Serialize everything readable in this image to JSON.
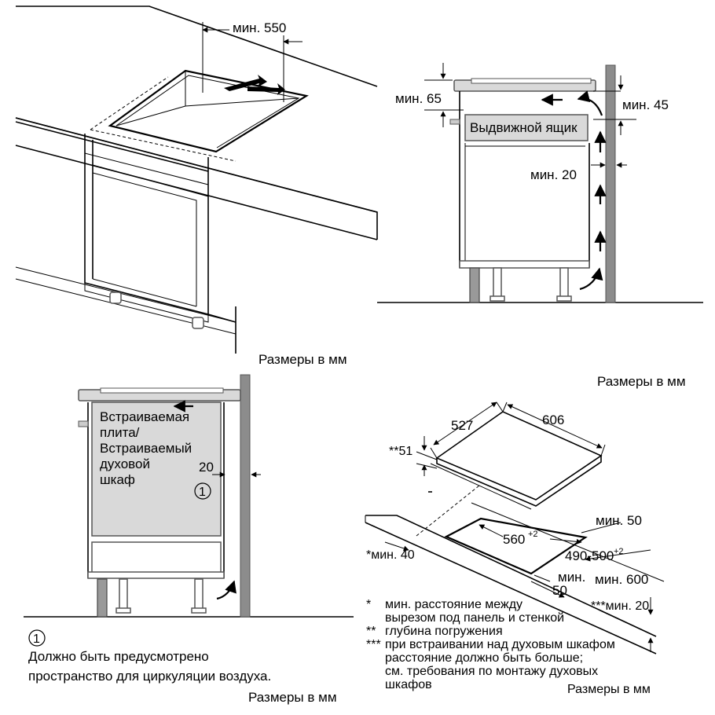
{
  "top_left": {
    "dim_min550": "мин. 550",
    "units": "Размеры в мм"
  },
  "top_right": {
    "dim_min65": "мин. 65",
    "dim_min45": "мин. 45",
    "drawer_label": "Выдвижной ящик",
    "dim_min20": "мин. 20"
  },
  "bottom_left": {
    "oven_label_lines": [
      "Встраиваемая",
      "плита/",
      "Встраиваемый",
      "духовой",
      "шкаф"
    ],
    "dim_20": "20",
    "marker": "1",
    "note_marker": "1",
    "note_lines": [
      "Должно быть предусмотрено",
      "пространство для циркуляции воздуха."
    ],
    "units": "Размеры в мм"
  },
  "bottom_right": {
    "units_top": "Размеры в мм",
    "dim_527": "527",
    "dim_606": "606",
    "dim_51": "**51",
    "dim_560": "560",
    "dim_560_tol": "+2",
    "dim_490_500": "490-500",
    "dim_490_500_tol": "+2",
    "dim_min50_top": "мин. 50",
    "dim_min40": "*мин. 40",
    "dim_min50_bottom_a": "мин.",
    "dim_min50_bottom_b": "50",
    "dim_min600": "мин. 600",
    "dim_min20": "***мин. 20",
    "footnotes": [
      {
        "mark": "*",
        "lines": [
          "мин. расстояние между",
          "вырезом под панель и стенкой"
        ]
      },
      {
        "mark": "**",
        "lines": [
          "глубина погружения"
        ]
      },
      {
        "mark": "***",
        "lines": [
          "при встраивании над духовым шкафом",
          "расстояние должно быть больше;",
          "см. требования по монтажу духовых",
          "шкафов"
        ]
      }
    ],
    "units_bottom": "Размеры в мм"
  }
}
